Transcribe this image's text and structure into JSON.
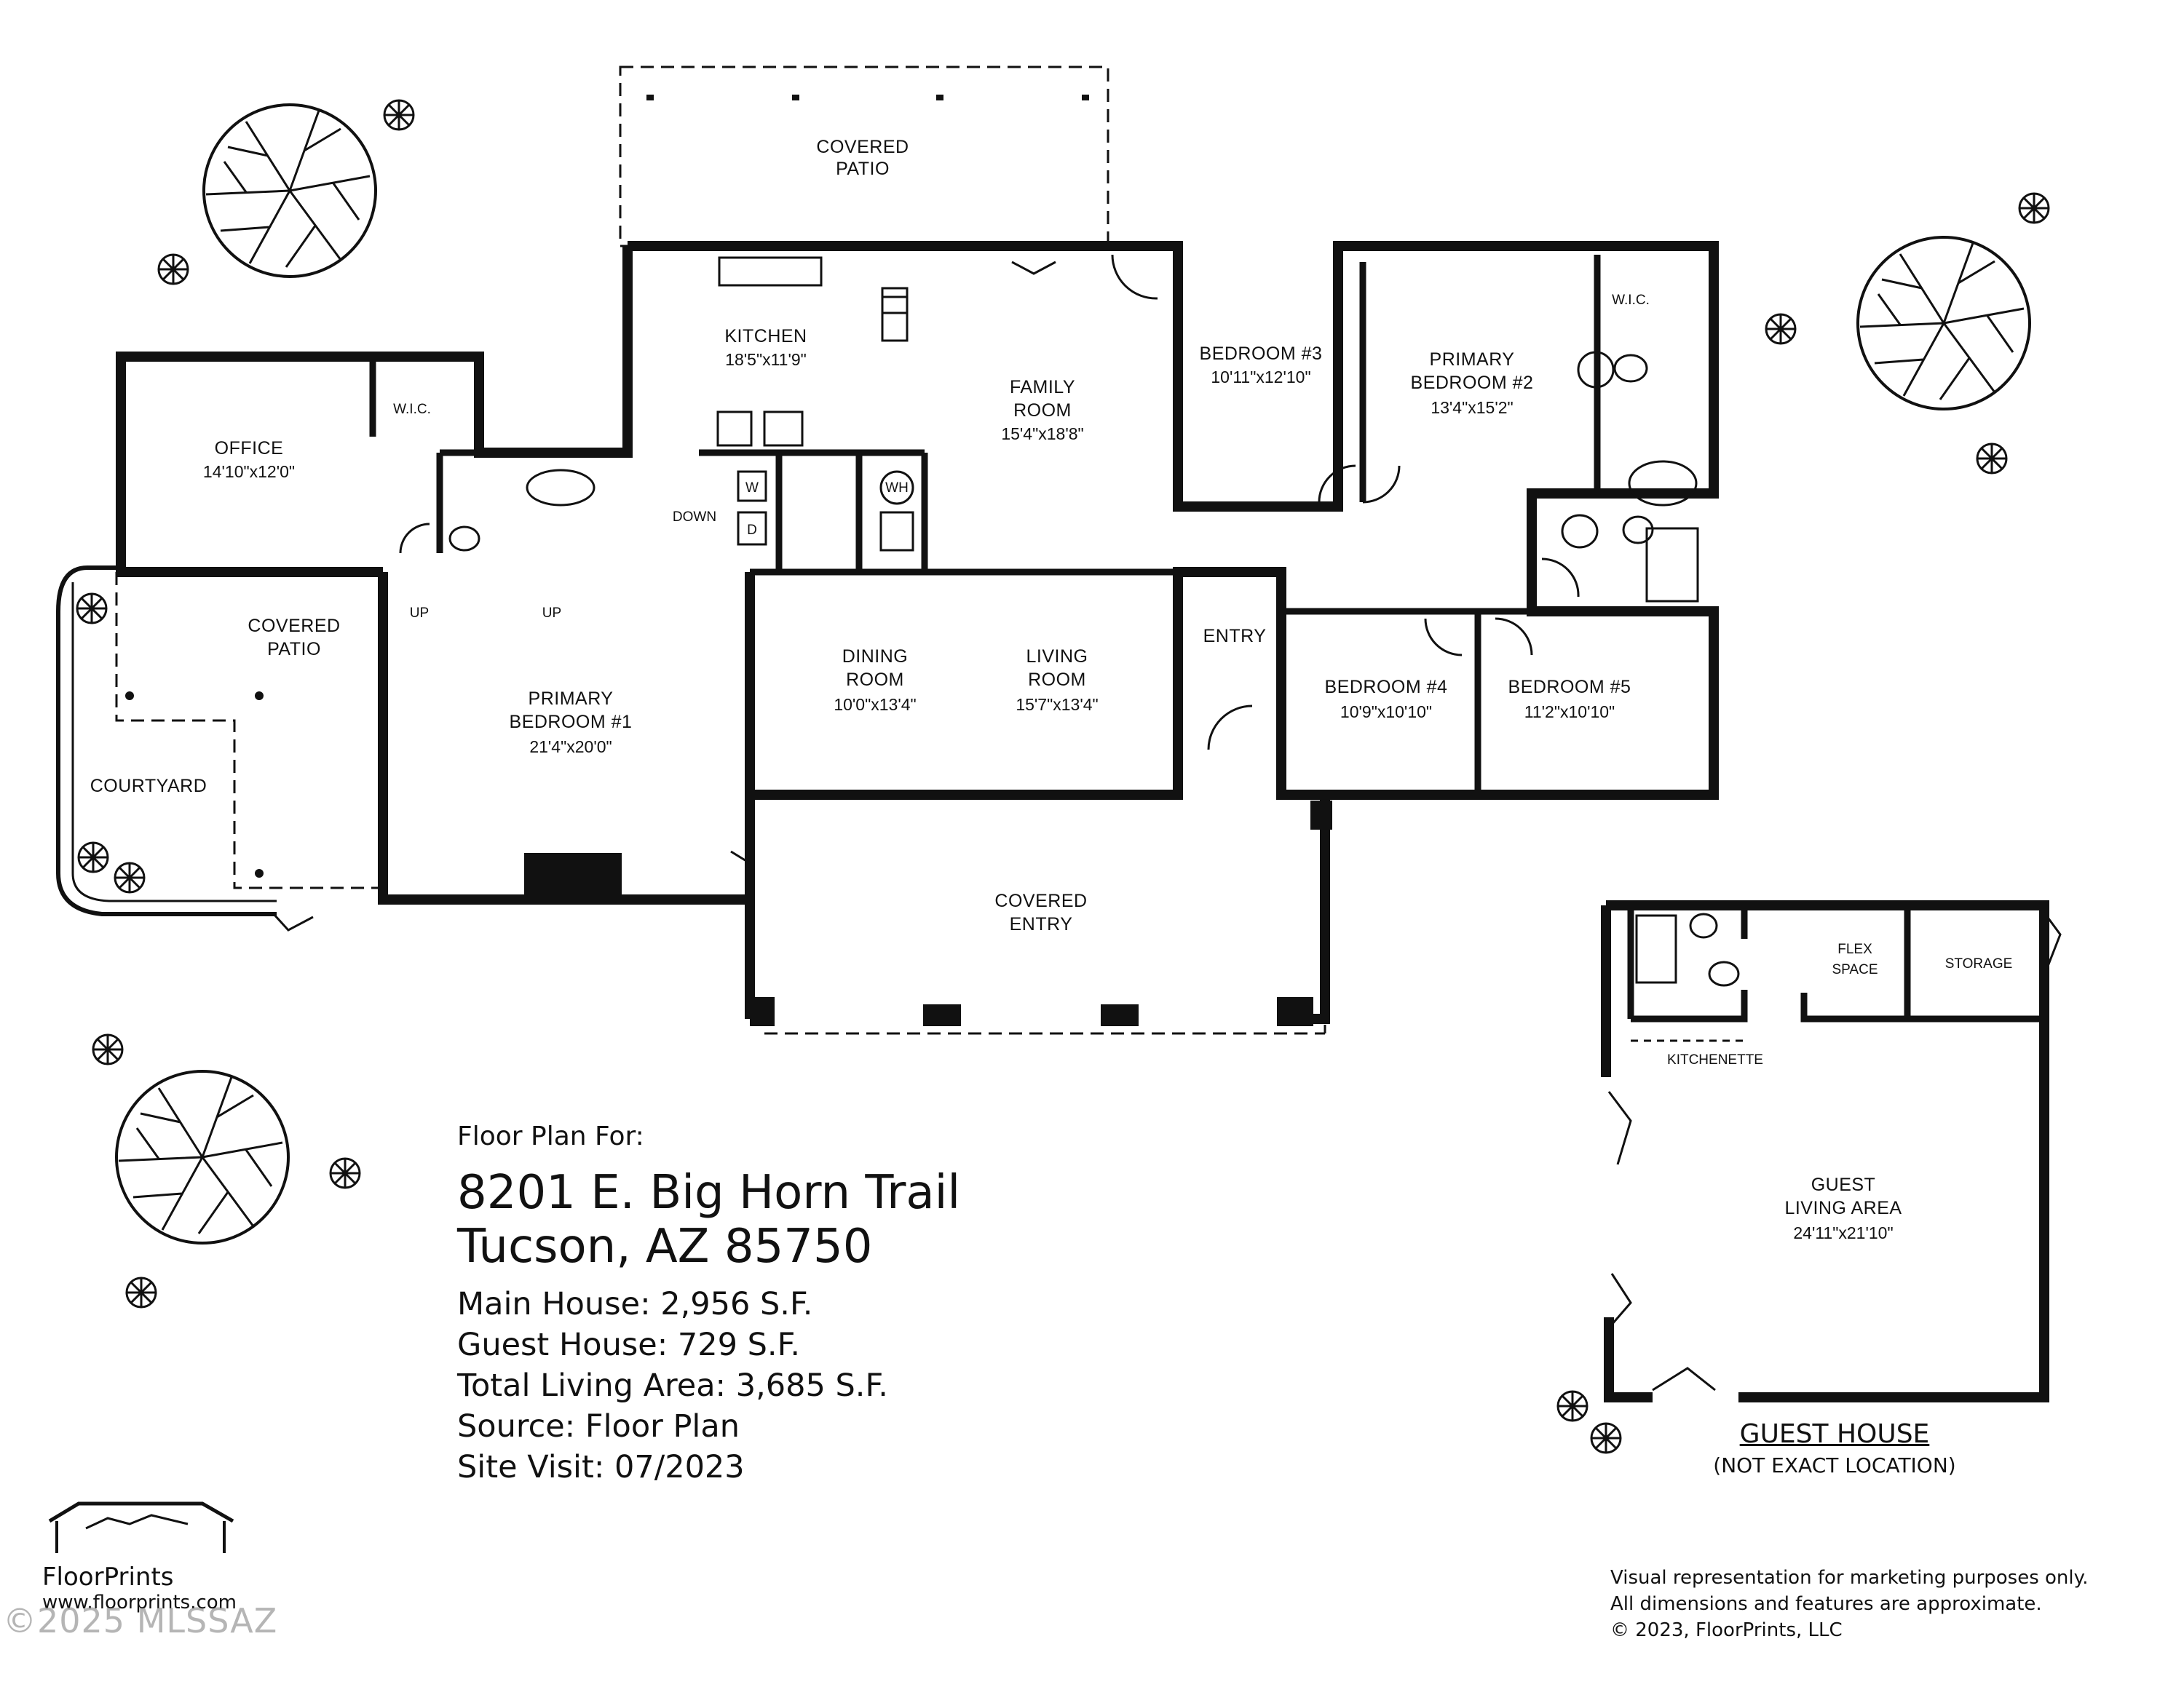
{
  "rooms": {
    "covered_patio_top": {
      "l1": "COVERED",
      "l2": "PATIO"
    },
    "kitchen": {
      "name": "KITCHEN",
      "dim": "18'5\"x11'9\""
    },
    "family_room": {
      "l1": "FAMILY",
      "l2": "ROOM",
      "dim": "15'4\"x18'8\""
    },
    "bedroom3": {
      "name": "BEDROOM #3",
      "dim": "10'11\"x12'10\""
    },
    "primary_bedroom2": {
      "l1": "PRIMARY",
      "l2": "BEDROOM #2",
      "dim": "13'4\"x15'2\""
    },
    "wic_right": "W.I.C.",
    "office": {
      "name": "OFFICE",
      "dim": "14'10\"x12'0\""
    },
    "wic_left": "W.I.C.",
    "down": "DOWN",
    "washer": "W",
    "dryer": "D",
    "water_heater": "WH",
    "up1": "UP",
    "up2": "UP",
    "covered_patio_left": {
      "l1": "COVERED",
      "l2": "PATIO"
    },
    "courtyard": "COURTYARD",
    "primary_bedroom1": {
      "l1": "PRIMARY",
      "l2": "BEDROOM #1",
      "dim": "21'4\"x20'0\""
    },
    "dining_room": {
      "l1": "DINING",
      "l2": "ROOM",
      "dim": "10'0\"x13'4\""
    },
    "living_room": {
      "l1": "LIVING",
      "l2": "ROOM",
      "dim": "15'7\"x13'4\""
    },
    "entry": "ENTRY",
    "bedroom4": {
      "name": "BEDROOM #4",
      "dim": "10'9\"x10'10\""
    },
    "bedroom5": {
      "name": "BEDROOM #5",
      "dim": "11'2\"x10'10\""
    },
    "covered_entry": {
      "l1": "COVERED",
      "l2": "ENTRY"
    },
    "flex_space": {
      "l1": "FLEX",
      "l2": "SPACE"
    },
    "storage": "STORAGE",
    "kitchenette": "KITCHENETTE",
    "guest_living": {
      "l1": "GUEST",
      "l2": "LIVING AREA",
      "dim": "24'11\"x21'10\""
    }
  },
  "guest_house": {
    "title": "GUEST HOUSE",
    "note": "(NOT EXACT LOCATION)"
  },
  "info": {
    "for": "Floor Plan For:",
    "address1": "8201 E. Big Horn Trail",
    "address2": "Tucson, AZ  85750",
    "main_house": "Main House:  2,956 S.F.",
    "guest_house": "Guest House:  729 S.F.",
    "total": "Total Living Area:  3,685 S.F.",
    "source": "Source:  Floor Plan",
    "visit": "Site Visit:  07/2023"
  },
  "disclaimer": {
    "l1": "Visual representation for marketing purposes only.",
    "l2": "All dimensions and features are approximate.",
    "l3": "© 2023, FloorPrints, LLC"
  },
  "logo": {
    "brand": "FloorPrints",
    "url": "www.floorprints.com"
  },
  "watermark": "©2025 MLSSAZ",
  "colors": {
    "wall": "#111111",
    "background": "#ffffff"
  }
}
